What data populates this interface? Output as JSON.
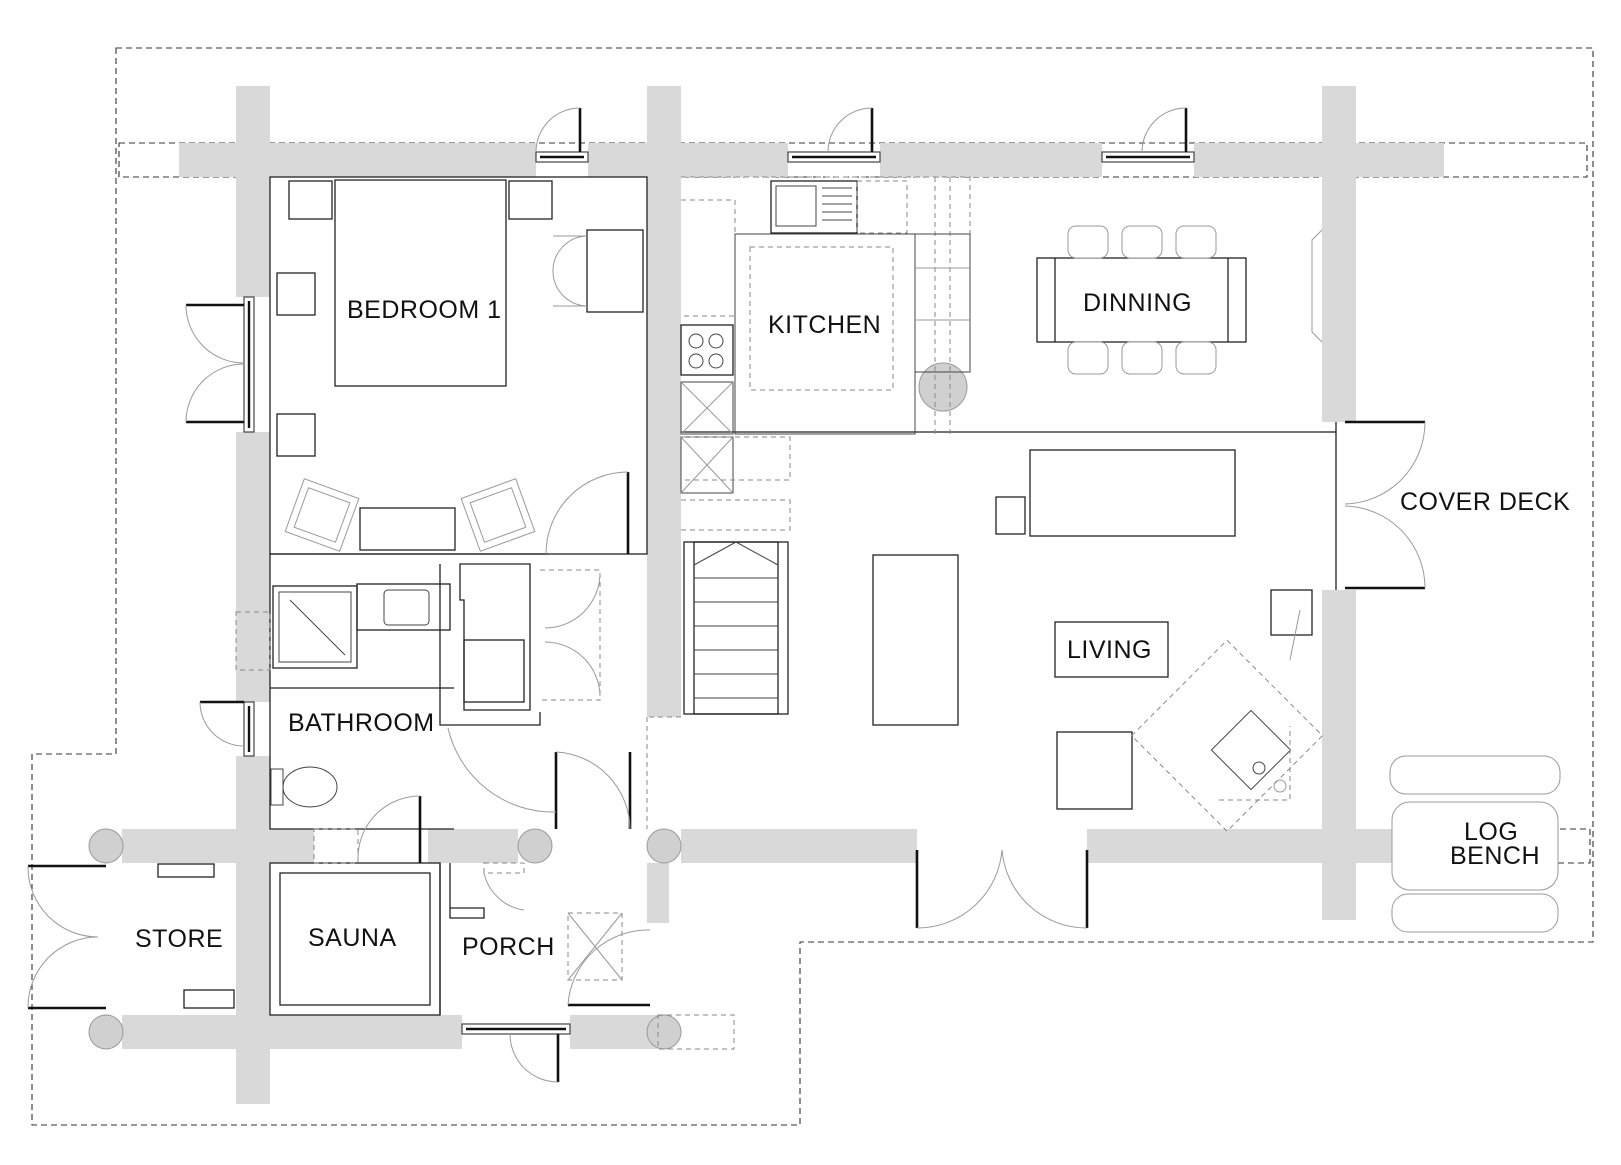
{
  "rooms": {
    "bedroom": "BEDROOM 1",
    "kitchen": "KITCHEN",
    "dinning": "DINNING",
    "cover_deck": "COVER DECK",
    "living": "LIVING",
    "bathroom": "BATHROOM",
    "store": "STORE",
    "sauna": "SAUNA",
    "porch": "PORCH",
    "log_bench_line1": "LOG",
    "log_bench_line2": "BENCH"
  },
  "colors": {
    "wall": "#d9d9d9",
    "line": "#222222",
    "swing": "#9a9a9a",
    "background": "#ffffff"
  }
}
